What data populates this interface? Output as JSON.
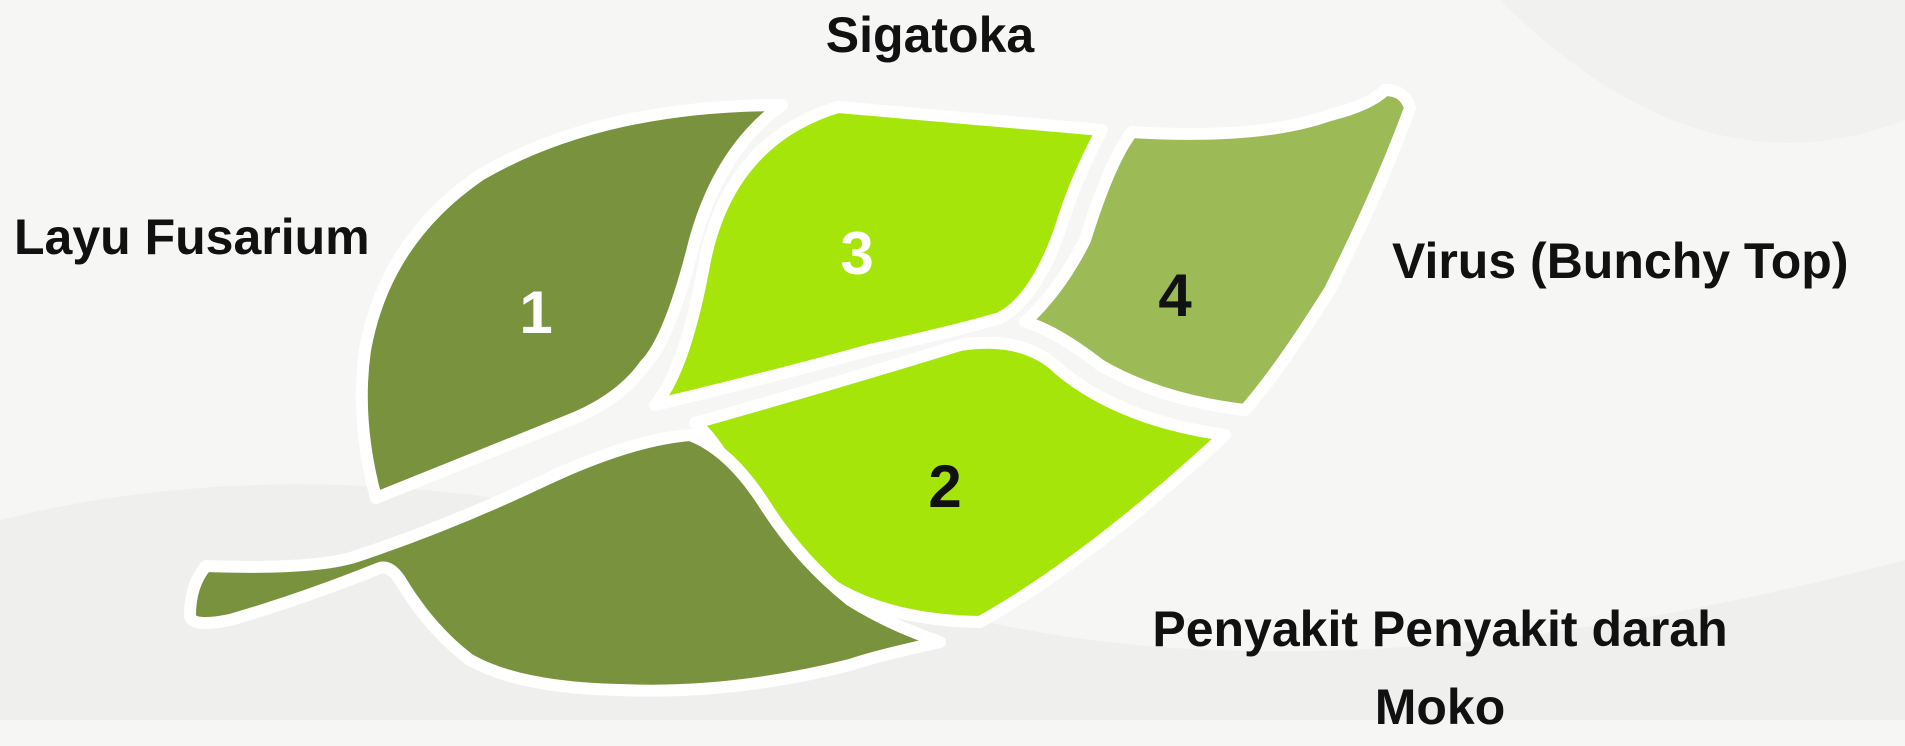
{
  "diagram": {
    "colors": {
      "dark_green": "#78923d",
      "lime_green": "#a6e50a",
      "light_green": "#9cbb56",
      "separator": "#ffffff"
    },
    "segments": [
      {
        "number": "1",
        "label": "Layu Fusarium",
        "color": "#78923d"
      },
      {
        "number": "2",
        "label": "Penyakit Penyakit darah Moko",
        "color": "#a6e50a"
      },
      {
        "number": "3",
        "label": "Sigatoka",
        "color": "#a6e50a"
      },
      {
        "number": "4",
        "label": "Virus (Bunchy Top)",
        "color": "#9cbb56"
      }
    ]
  }
}
